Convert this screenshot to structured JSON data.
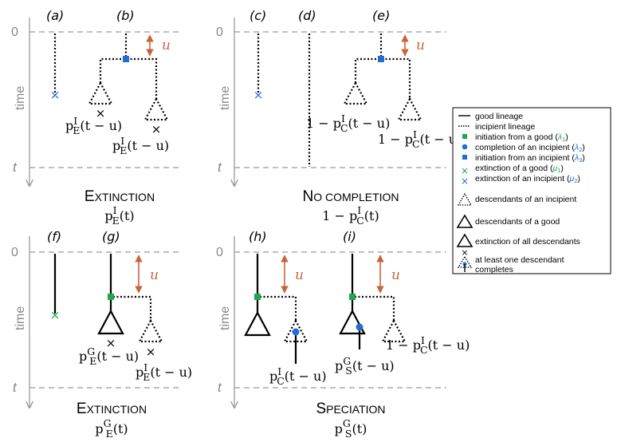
{
  "colors": {
    "green": "#1fa84a",
    "blue": "#1f6fd1",
    "orange": "#c8643c",
    "axis": "#999999"
  },
  "axis": {
    "zero": "0",
    "time": "time",
    "t": "t",
    "u": "u"
  },
  "panel_labels": {
    "a": "(a)",
    "b": "(b)",
    "c": "(c)",
    "d": "(d)",
    "e": "(e)",
    "f": "(f)",
    "g": "(g)",
    "h": "(h)",
    "i": "(i)"
  },
  "captions": {
    "tl": {
      "t1": "E",
      "t2": "XTINCTION",
      "m1": "p",
      "sup": "I",
      "sub": "E",
      "m2": "(t)"
    },
    "tr": {
      "t1": "N",
      "t2": "O COMPLETION",
      "m1": "1 − p",
      "sup": "I",
      "sub": "C",
      "m2": "(t)"
    },
    "bl": {
      "t1": "E",
      "t2": "XTINCTION",
      "m1": "p",
      "sup": "G",
      "sub": "E",
      "m2": "(t)"
    },
    "br": {
      "t1": "S",
      "t2": "PECIATION",
      "m1": "p",
      "sup": "G",
      "sub": "S",
      "m2": "(t)"
    }
  },
  "annotations": {
    "b_left": {
      "m1": "p",
      "sup": "I",
      "sub": "E",
      "m2": "(t − u)"
    },
    "b_right": {
      "m1": "p",
      "sup": "I",
      "sub": "E",
      "m2": "(t − u)"
    },
    "e_left": {
      "m1": "1 − p",
      "sup": "I",
      "sub": "C",
      "m2": "(t − u)"
    },
    "e_right": {
      "m1": "1 − p",
      "sup": "I",
      "sub": "C",
      "m2": "(t − u)"
    },
    "g_left": {
      "m1": "p",
      "sup": "G",
      "sub": "E",
      "m2": "(t − u)"
    },
    "g_right": {
      "m1": "p",
      "sup": "I",
      "sub": "E",
      "m2": "(t − u)"
    },
    "h": {
      "m1": "p",
      "sup": "I",
      "sub": "C",
      "m2": "(t − u)"
    },
    "i_left": {
      "m1": "p",
      "sup": "G",
      "sub": "S",
      "m2": "(t − u)"
    },
    "i_right": {
      "m1": "1 − p",
      "sup": "I",
      "sub": "C",
      "m2": "(t − u)"
    }
  },
  "legend": {
    "good_lineage": "good lineage",
    "incipient_lineage": "incipient lineage",
    "init_good": "initiation from a good (",
    "init_good_rate": "λ",
    "init_good_rate_sub": "1",
    "completion": "completion of an incipient (",
    "completion_rate": "λ",
    "completion_rate_sub": "2",
    "init_incipient": "initiation from an incipient (",
    "init_incipient_rate": "λ",
    "init_incipient_rate_sub": "3",
    "ext_good": "extinction of a good (",
    "ext_good_rate": "μ",
    "ext_good_rate_sub": "1",
    "ext_incipient": "extinction of an incipient (",
    "ext_incipient_rate": "μ",
    "ext_incipient_rate_sub": "2",
    "close_paren": ")",
    "desc_incipient": "descendants of an incipient",
    "desc_good": "descendants of a good",
    "ext_all": "extinction of all descendants",
    "completes_1": "at least one descendant",
    "completes_2": "completes"
  }
}
